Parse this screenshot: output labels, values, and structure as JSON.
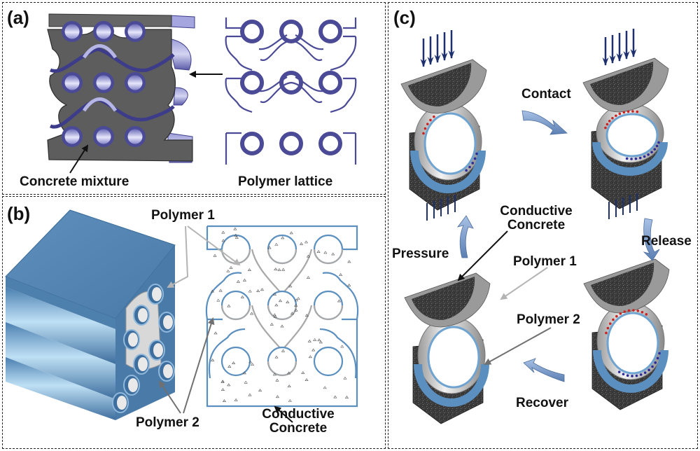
{
  "panels": {
    "a": {
      "label": "(a)",
      "captions": {
        "concrete_mixture": "Concrete mixture",
        "polymer_lattice": "Polymer lattice"
      }
    },
    "b": {
      "label": "(b)",
      "captions": {
        "polymer1": "Polymer 1",
        "polymer2": "Polymer 2",
        "conductive_line1": "Conductive",
        "conductive_line2": "Concrete"
      }
    },
    "c": {
      "label": "(c)",
      "captions": {
        "contact": "Contact",
        "release": "Release",
        "recover": "Recover",
        "pressure": "Pressure",
        "conductive_line1": "Conductive",
        "conductive_line2": "Concrete",
        "polymer1": "Polymer 1",
        "polymer2": "Polymer 2"
      }
    }
  },
  "colors": {
    "polymer_lattice": "#4a4a96",
    "concrete_grey": "#5b5b5b",
    "polymer_blue": "#5b8fbf",
    "polymer_grey": "#a8a8a8",
    "force_arrow": "#1e2f6e",
    "cycle_arrow": "#7b9cc8",
    "charge_positive": "#cc2222",
    "charge_negative": "#2a2a9a"
  }
}
